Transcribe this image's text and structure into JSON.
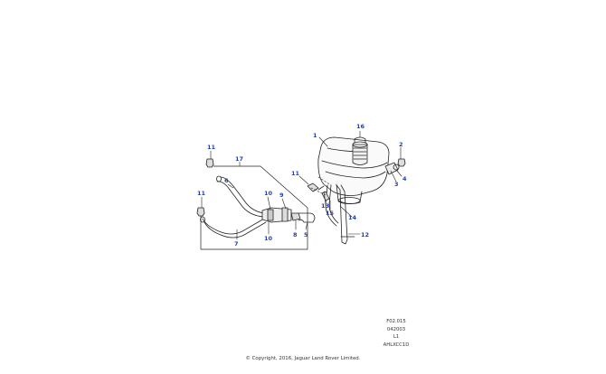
{
  "diagram": {
    "callouts": {
      "c1": "1",
      "c2": "2",
      "c3": "3",
      "c4": "4",
      "c5": "5",
      "c6": "6",
      "c7": "7",
      "c8": "8",
      "c9": "9",
      "c10a": "10",
      "c10b": "10",
      "c11a": "11",
      "c11b": "11",
      "c11c": "11",
      "c12": "12",
      "c13": "13",
      "c14": "14",
      "c15": "15",
      "c16": "16",
      "c17": "17"
    },
    "callout_color": "#1a3fbf",
    "line_color": "#222222"
  },
  "reference": {
    "line1": "F02.015",
    "line2": "042003",
    "line3": "L1",
    "line4": "AHLXCC1D"
  },
  "footer": {
    "copyright": "© Copyright, 2016, Jaguar Land Rover Limited."
  }
}
